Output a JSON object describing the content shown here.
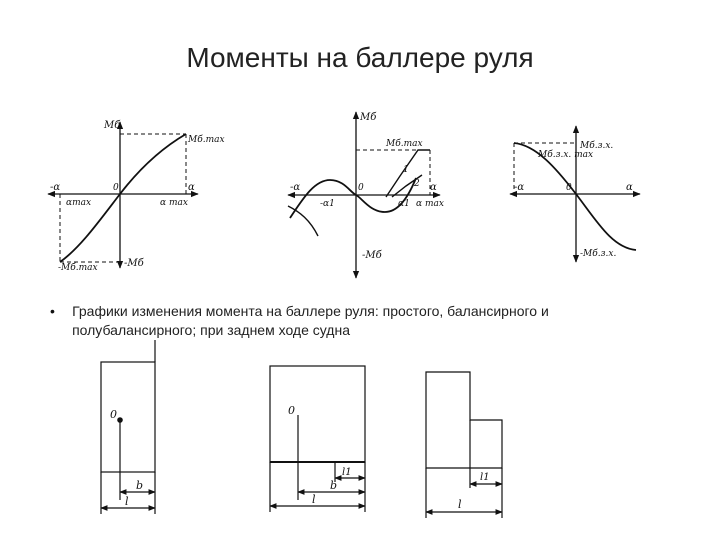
{
  "slide": {
    "title": "Моменты на баллере руля",
    "bullet": "Графики изменения момента на баллере руля: простого, балансирного и полубалансирного; при заднем  ходе судна"
  },
  "graph1": {
    "y_top": "Mб",
    "y_bottom": "-Mб",
    "x_left": "-α",
    "x_right": "α",
    "origin": "0",
    "max_top": "Mб.max",
    "max_bottom": "-Mб.max",
    "a_max_left": "αmax",
    "a_max_right": "α max"
  },
  "graph2": {
    "y_top": "Mб",
    "y_bottom": "-Mб",
    "x_left": "-α",
    "x_right": "α",
    "origin": "0",
    "max_top": "Mб.max",
    "a1_left": "-α1",
    "a1_right": "α1",
    "a_max": "α max",
    "curve1": "1",
    "curve2": "2"
  },
  "graph3": {
    "y_top": "Mб.з.х.",
    "y_bottom": "-Mб.з.х.",
    "x_left": "-α",
    "x_right": "α",
    "origin": "0",
    "max_top": "Mб.з.х. max"
  },
  "rudders": {
    "r1": {
      "axis": "0",
      "b": "b",
      "l": "l"
    },
    "r2": {
      "axis": "0",
      "b": "b",
      "l": "l",
      "l1": "l1"
    },
    "r3": {
      "l": "l",
      "l1": "l1"
    }
  }
}
